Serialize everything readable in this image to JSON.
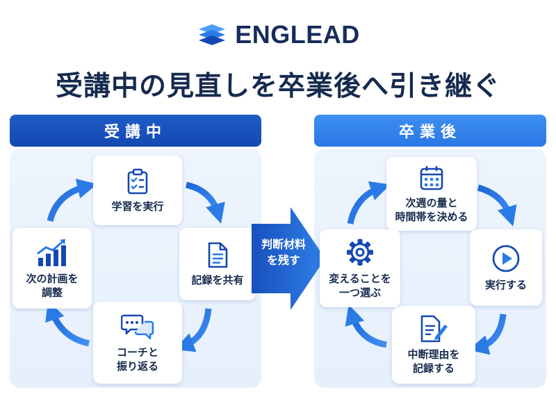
{
  "logo": {
    "text": "ENGLEAD",
    "icon": "layers-logo-icon"
  },
  "title": "受講中の見直しを卒業後へ引き継ぐ",
  "left_panel": {
    "header": "受講中",
    "cards": [
      {
        "icon": "clipboard-checklist-icon",
        "label": "学習を実行"
      },
      {
        "icon": "document-icon",
        "label": "記録を共有"
      },
      {
        "icon": "chat-bubbles-icon",
        "label": "コーチと\n振り返る"
      },
      {
        "icon": "growth-chart-icon",
        "label": "次の計画を\n調整"
      }
    ]
  },
  "transition": {
    "label": "判断材料\nを残す"
  },
  "right_panel": {
    "header": "卒業後",
    "cards": [
      {
        "icon": "calendar-icon",
        "label": "次週の量と\n時間帯を決める"
      },
      {
        "icon": "play-circle-icon",
        "label": "実行する"
      },
      {
        "icon": "note-pencil-icon",
        "label": "中断理由を\n記録する"
      },
      {
        "icon": "gear-icon",
        "label": "変えることを\n一つ選ぶ"
      }
    ]
  },
  "colors": {
    "navy": "#152a4e",
    "blue_dark": "#1348b0",
    "blue_light": "#2a78e4",
    "arrow": "#2a7be6"
  }
}
